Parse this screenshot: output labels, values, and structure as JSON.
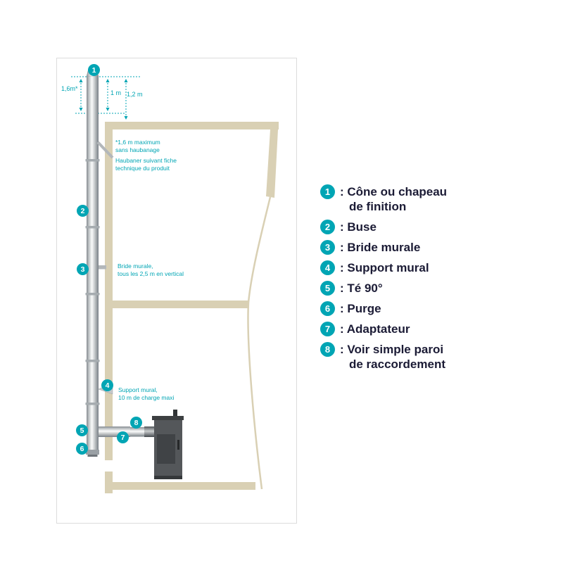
{
  "colors": {
    "accent_teal": "#00a5b4",
    "wall_tan": "#d9d0b4",
    "legend_ink": "#1b1b35"
  },
  "diagram": {
    "dimensions": {
      "height_left": "1,6m*",
      "height_mid": "1 m",
      "height_right": "1,2 m"
    },
    "notes": {
      "max_height": {
        "line1": "*1,6 m maximum",
        "line2": "sans haubanage"
      },
      "guying": {
        "line1": "Haubaner suivant fiche",
        "line2": "technique du produit"
      },
      "wall_bracket": {
        "line1": "Bride murale,",
        "line2": "tous les 2,5 m en vertical"
      },
      "wall_support": {
        "line1": "Support mural,",
        "line2": "10 m de charge maxi"
      }
    },
    "markers": [
      "1",
      "2",
      "3",
      "4",
      "5",
      "6",
      "7",
      "8"
    ]
  },
  "legend": {
    "items": [
      {
        "num": "1",
        "line1": ": Cône ou chapeau",
        "line2": "de finition"
      },
      {
        "num": "2",
        "line1": ": Buse"
      },
      {
        "num": "3",
        "line1": ": Bride murale"
      },
      {
        "num": "4",
        "line1": ": Support mural"
      },
      {
        "num": "5",
        "line1": ": Té 90°"
      },
      {
        "num": "6",
        "line1": ": Purge"
      },
      {
        "num": "7",
        "line1": ": Adaptateur"
      },
      {
        "num": "8",
        "line1": ": Voir simple paroi",
        "line2": "de raccordement"
      }
    ]
  }
}
